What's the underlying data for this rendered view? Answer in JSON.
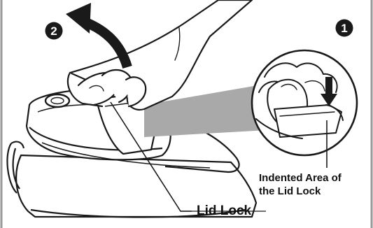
{
  "labels": {
    "lid_lock": "Lid Lock",
    "indented_area_line1": "Indented Area of",
    "indented_area_line2": "the Lid Lock"
  },
  "steps": {
    "step1": "1",
    "step2": "2"
  },
  "colors": {
    "line": "#1a1a1a",
    "background": "#ffffff",
    "shading": "#a9a9a9",
    "frame": "#9a9a9a"
  },
  "icons": [
    "rotate-arrow-icon",
    "press-down-arrow-icon"
  ]
}
